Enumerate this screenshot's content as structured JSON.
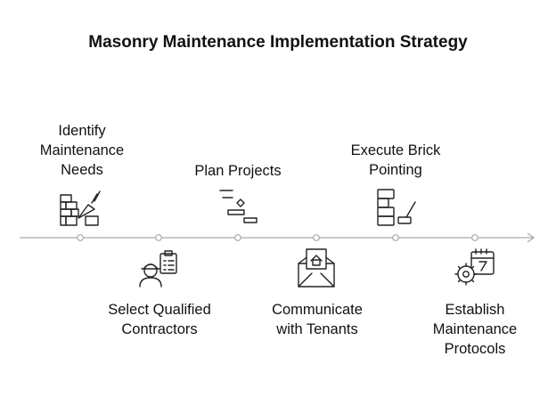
{
  "title": "Masonry Maintenance Implementation Strategy",
  "steps": [
    {
      "label": "Identify\nMaintenance\nNeeds",
      "position": "above",
      "icon": "brick-wall-trowel-icon"
    },
    {
      "label": "Select Qualified\nContractors",
      "position": "below",
      "icon": "worker-clipboard-icon"
    },
    {
      "label": "Plan Projects",
      "position": "above",
      "icon": "gantt-chart-icon"
    },
    {
      "label": "Communicate\nwith Tenants",
      "position": "below",
      "icon": "envelope-house-icon"
    },
    {
      "label": "Execute Brick\nPointing",
      "position": "above",
      "icon": "bricks-hammer-icon"
    },
    {
      "label": "Establish\nMaintenance\nProtocols",
      "position": "below",
      "icon": "gear-calendar-icon"
    }
  ],
  "colors": {
    "line": "#aaaaaa",
    "icon": "#222222"
  }
}
